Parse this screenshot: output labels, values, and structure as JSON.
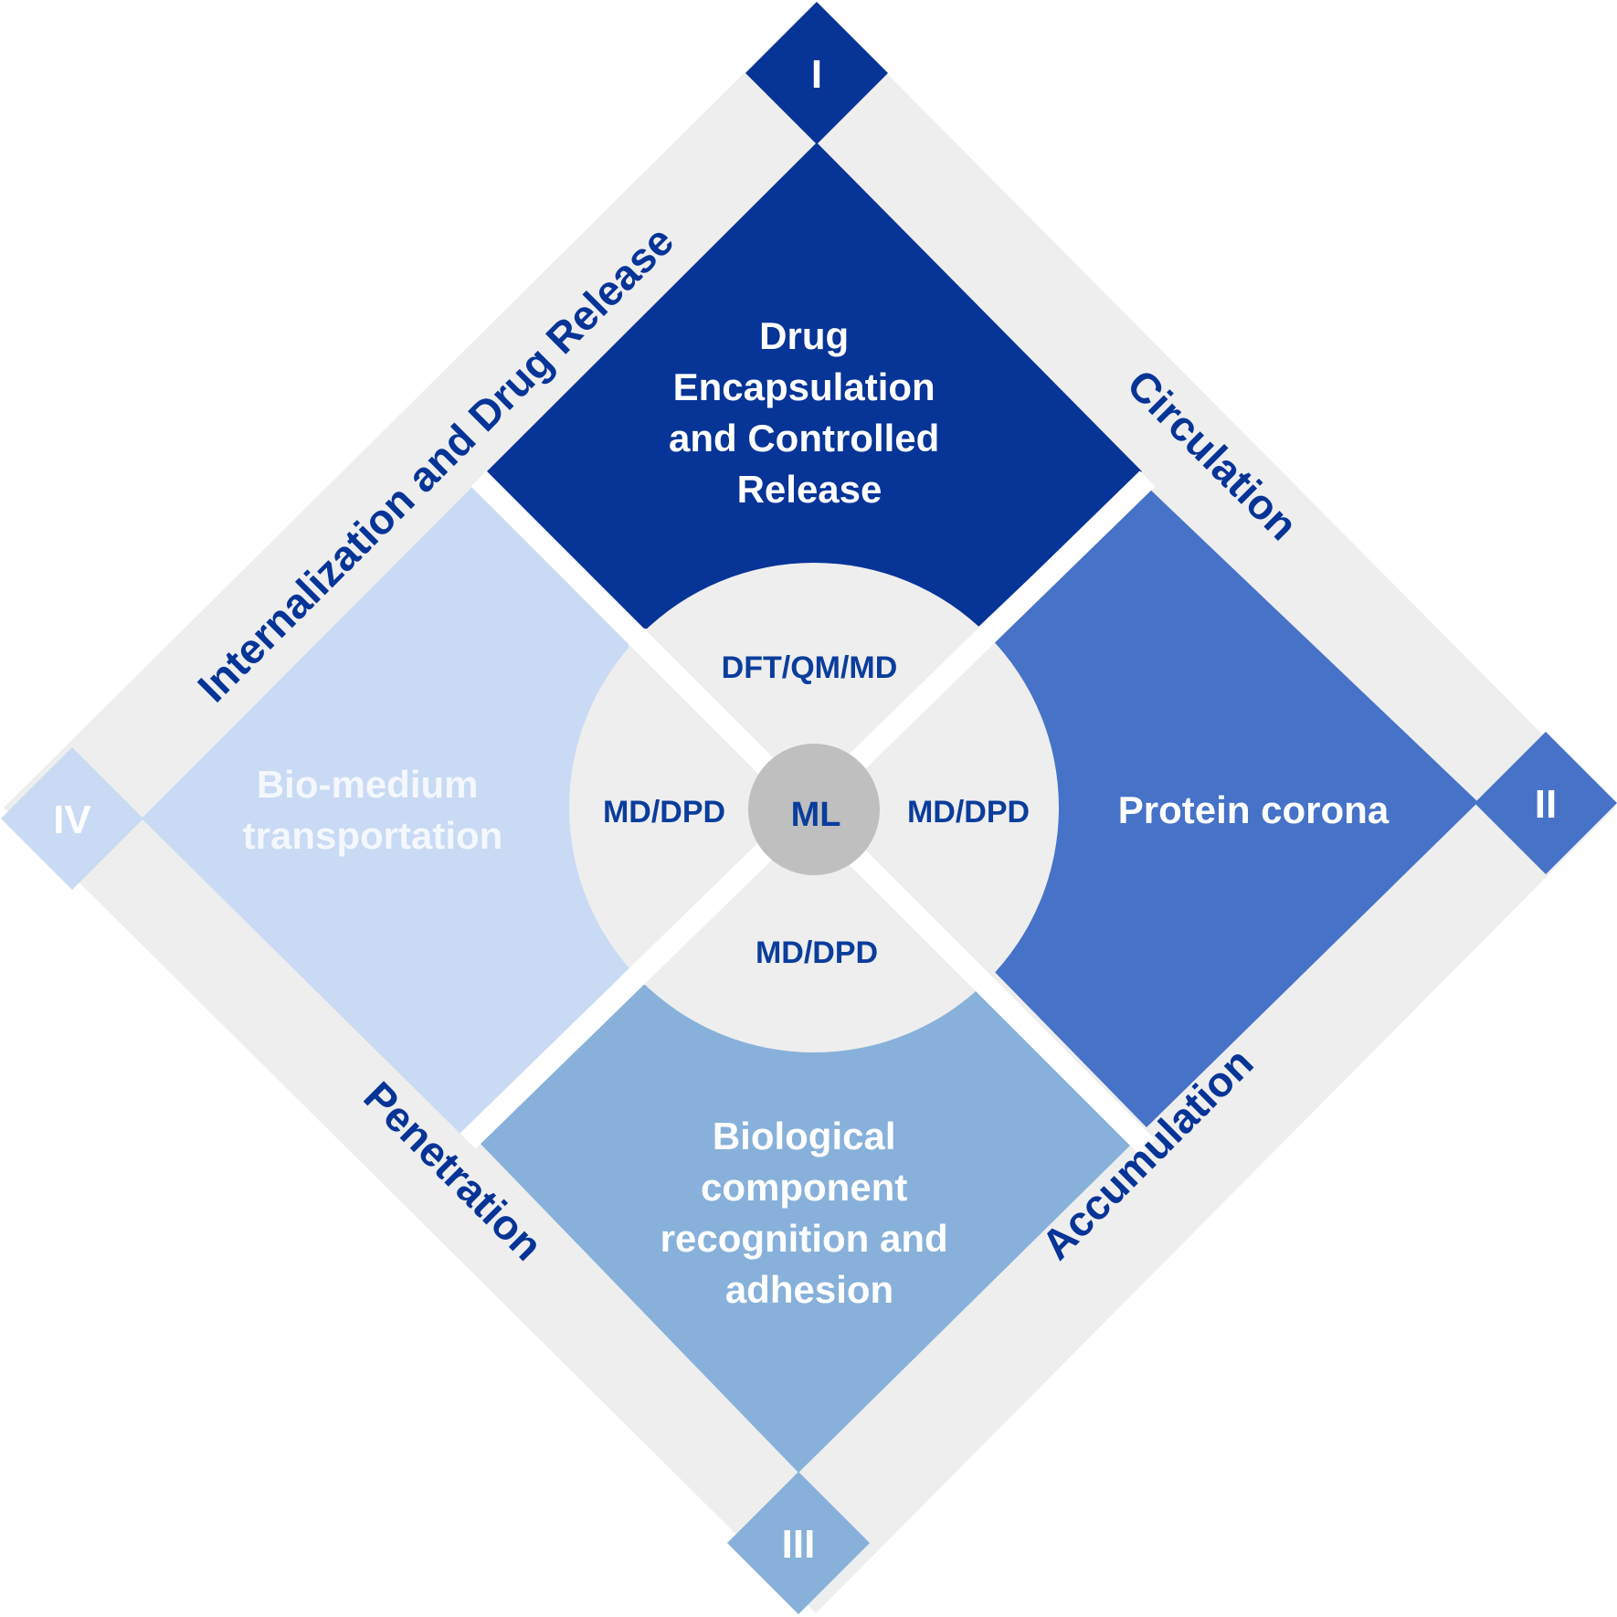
{
  "colors": {
    "band": "#eeeeee",
    "inner_circle": "#eeeeee",
    "center_circle": "#bfbfbf",
    "q1": "#063497",
    "q2": "#4672c8",
    "q3": "#87b1da",
    "q4": "#c8daf4",
    "q4_text": "#f4f7fc",
    "method_text": "#0a3d9c",
    "band_text": "#063497"
  },
  "quadrants": {
    "q1": {
      "roman": "I",
      "title_lines": [
        "Drug",
        "Encapsulation",
        "and Controlled",
        "Release"
      ],
      "method": "DFT/QM/MD"
    },
    "q2": {
      "roman": "II",
      "title_lines": [
        "Protein corona"
      ],
      "method": "MD/DPD"
    },
    "q3": {
      "roman": "III",
      "title_lines": [
        "Biological",
        "component",
        "recognition and",
        "adhesion"
      ],
      "method": "MD/DPD"
    },
    "q4": {
      "roman": "IV",
      "title_lines": [
        "Bio-medium",
        "transportation"
      ],
      "method": "MD/DPD"
    }
  },
  "bands": {
    "top_left": "Internalization and Drug Release",
    "top_right": "Circulation",
    "bottom_right": "Accumulation",
    "bottom_left": "Penetration"
  },
  "center_label": "ML"
}
